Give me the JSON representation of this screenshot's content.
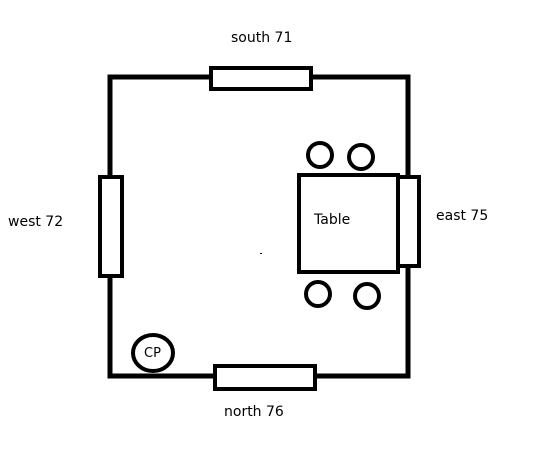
{
  "labels": {
    "south": "south 71",
    "west": "west 72",
    "east": "east 75",
    "north": "north 76",
    "table": "Table",
    "cp": "CP"
  },
  "colors": {
    "line": "#000000",
    "background": "#ffffff"
  },
  "chairs": {
    "count": 4
  }
}
